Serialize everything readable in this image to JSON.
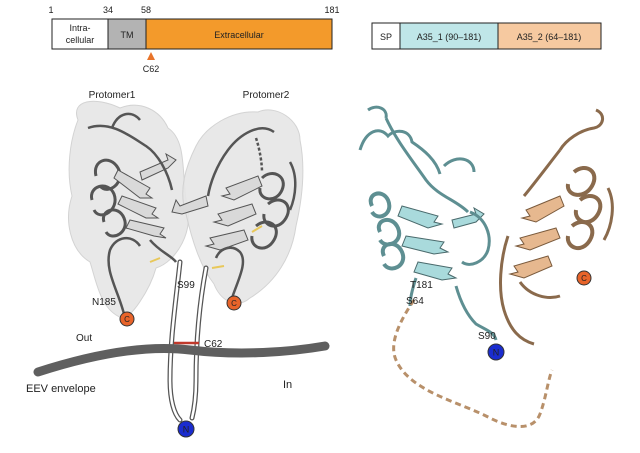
{
  "domain_bar": {
    "ticks": [
      "1",
      "34",
      "58",
      "181"
    ],
    "segments": {
      "intracellular_line1": "Intra-",
      "intracellular_line2": "cellular",
      "tm": "TM",
      "extracellular": "Extracellular"
    },
    "marker_label": "C62",
    "colors": {
      "intracellular": "#ffffff",
      "tm": "#b3b3b3",
      "extracellular": "#f39a2b",
      "marker": "#e8742a"
    }
  },
  "construct_bar": {
    "segments": {
      "sp": "SP",
      "a35_1": "A35_1 (90–181)",
      "a35_2": "A35_2 (64–181)"
    },
    "colors": {
      "sp": "#ffffff",
      "a35_1": "#bfe6e8",
      "a35_2": "#f6c9a0"
    }
  },
  "left_model": {
    "protomer1_label": "Protomer1",
    "protomer2_label": "Protomer2",
    "labels": {
      "s99": "S99",
      "n185": "N185",
      "c62": "C62",
      "out": "Out",
      "in": "In",
      "envelope": "EEV envelope"
    },
    "terminus_c": "C",
    "terminus_n": "N",
    "colors": {
      "ribbon": "#d9d9d9",
      "surface": "#e6e6e6",
      "membrane": "#5f5f5f",
      "disulfide": "#c0392b"
    }
  },
  "right_model": {
    "labels": {
      "t181": "T181",
      "s64": "S64",
      "s90": "S90"
    },
    "terminus_c": "C",
    "terminus_n": "N",
    "colors": {
      "chain1": "#a9dadc",
      "chain2": "#e6b88f",
      "linker": "#b8906a"
    }
  },
  "terminus_colors": {
    "c": "#e8642a",
    "n": "#1a2ccf"
  }
}
